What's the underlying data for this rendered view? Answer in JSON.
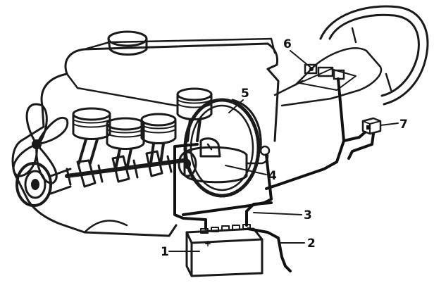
{
  "diagram": {
    "labels": [
      {
        "id": "1",
        "text": "1"
      },
      {
        "id": "2",
        "text": "2"
      },
      {
        "id": "3",
        "text": "3"
      },
      {
        "id": "4",
        "text": "4"
      },
      {
        "id": "5",
        "text": "5"
      },
      {
        "id": "6",
        "text": "6"
      },
      {
        "id": "7",
        "text": "7"
      }
    ],
    "components": [
      "engine-block",
      "fan",
      "pulley",
      "pistons",
      "crankshaft",
      "flywheel-ring-gear",
      "starter-motor",
      "battery",
      "ignition-switch",
      "relay",
      "steering-wheel",
      "wiring"
    ],
    "colors": {
      "ink": "#1a1a1a",
      "background": "#ffffff"
    }
  }
}
